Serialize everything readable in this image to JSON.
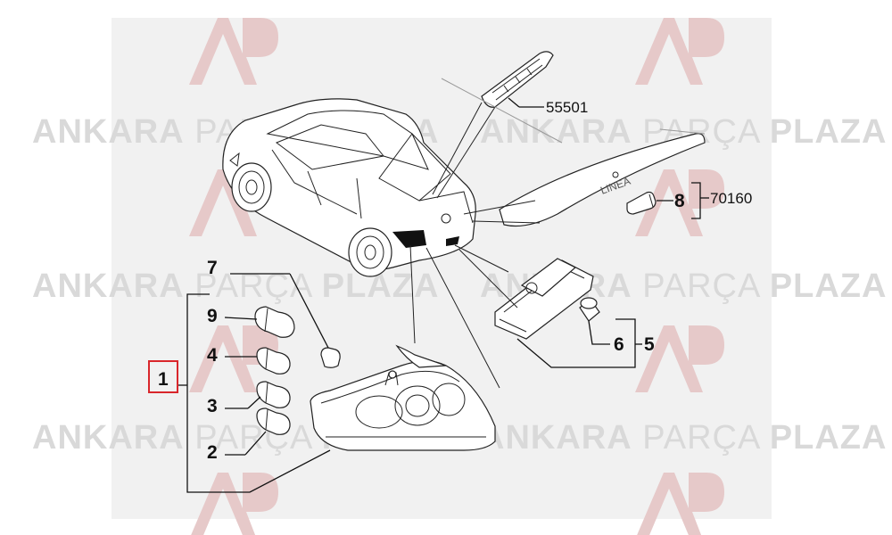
{
  "watermark": {
    "line_word1": "ANKARA",
    "line_word2": "PARÇA",
    "line_word3": "PLAZA",
    "logo_icon": "ankara-parca-plaza-logo-icon",
    "logo_color": "#e6c9c9",
    "text_color": "#d9d9d9"
  },
  "parts": {
    "p55501": "55501",
    "p70160": "70160"
  },
  "callouts": {
    "c1": "1",
    "c2": "2",
    "c3": "3",
    "c4": "4",
    "c5": "5",
    "c6": "6",
    "c7": "7",
    "c8": "8",
    "c9": "9"
  },
  "highlight_color": "#d9262b",
  "trunk_badge": "LINEA"
}
